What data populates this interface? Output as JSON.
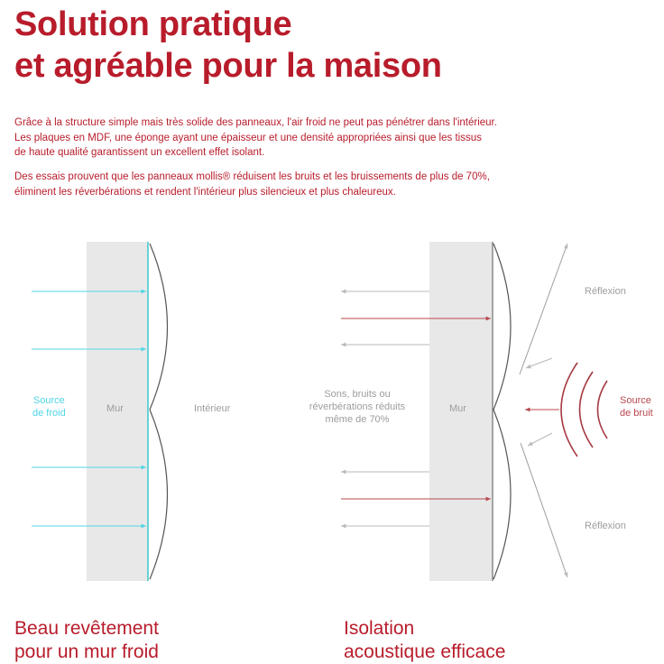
{
  "title": {
    "line1": "Solution pratique",
    "line2": "et agréable pour la maison"
  },
  "intro": {
    "p1": [
      "Grâce à la structure simple mais très solide des panneaux, l'air froid ne peut pas pénétrer dans l'intérieur.",
      "Les plaques en MDF, une éponge ayant une épaisseur et une densité appropriées ainsi que les tissus",
      "de haute qualité garantissent un excellent effet isolant."
    ],
    "p2": [
      "Des essais prouvent que les panneaux mollis® réduisent les bruits et les bruissements de plus de 70%,",
      "éliminent les réverbérations et rendent l'intérieur plus silencieux et plus chaleureux."
    ]
  },
  "diagram_left": {
    "source_label": [
      "Source",
      "de froid"
    ],
    "wall_label": "Mur",
    "interior_label": "Intérieur"
  },
  "diagram_right": {
    "reduced_label": [
      "Sons, bruits ou",
      "réverbérations réduits",
      "même de 70%"
    ],
    "wall_label": "Mur",
    "source_label": [
      "Source",
      "de bruit"
    ],
    "reflection_top": "Réflexion",
    "reflection_bottom": "Réflexion"
  },
  "colors": {
    "brand_red": "#b81c2b",
    "cold_cyan": "#4fd6e6",
    "noise_red": "#b8484f",
    "wall_gray": "#e8e8e8",
    "label_gray": "#9d9d9d"
  },
  "subtitles": {
    "left": [
      "Beau revêtement",
      "pour un mur froid"
    ],
    "right": [
      "Isolation",
      "acoustique efficace"
    ]
  }
}
